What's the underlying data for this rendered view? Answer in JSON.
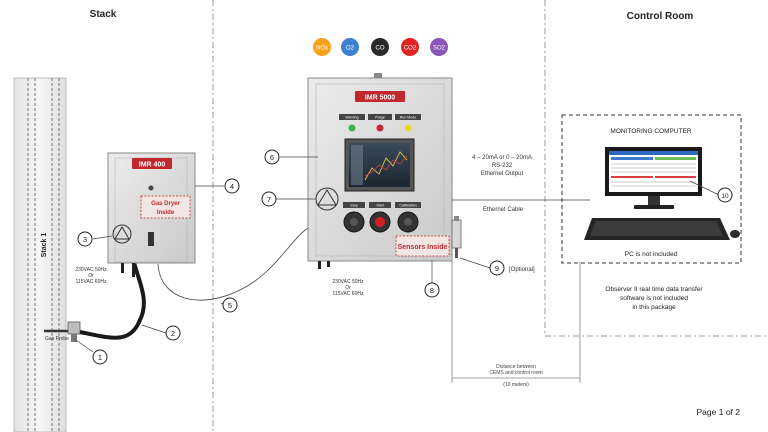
{
  "sections": {
    "stack": "Stack",
    "control_room": "Control Room"
  },
  "stack_label": "Stack 1",
  "imr400": {
    "title": "IMR 400",
    "dryer_line1": "Gas Dryer",
    "dryer_line2": "Inside",
    "power_line1": "230VAC 50Hz",
    "power_line2": "Or",
    "power_line3": "115VAC 60Hz"
  },
  "probe_label": "Gas Probe",
  "imr5000": {
    "title": "IMR 5000",
    "indicator_labels": [
      "Warning",
      "Purge",
      "Run Mode"
    ],
    "button_labels": [
      "Stop",
      "Start",
      "Calibration"
    ],
    "sensors_label": "Sensors Inside",
    "power_line1": "230VAC 50Hz",
    "power_line2": "Or",
    "power_line3": "115VAC 60Hz"
  },
  "gases": [
    {
      "label": "NOx",
      "color": "#f7a21b"
    },
    {
      "label": "O2",
      "color": "#3f7fd0"
    },
    {
      "label": "CO",
      "color": "#2a2a2a"
    },
    {
      "label": "CO2",
      "color": "#e02424"
    },
    {
      "label": "SO2",
      "color": "#8a55b8"
    }
  ],
  "output_text": {
    "line1": "4 – 20mA or 0 – 20mA",
    "line2": "RS-232",
    "line3": "Ethernet Output"
  },
  "ethernet_label": "Ethernet Cable",
  "optional_label": "[Optional]",
  "monitoring_title": "MONITORING COMPUTER",
  "pc_note": "PC is not included",
  "observer_note": {
    "line1": "Observer II real time data transfer",
    "line2": "software is not included",
    "line3": "in this package"
  },
  "distance_note": {
    "line1": "Distance between",
    "line2": "CEMS and control room",
    "line3": "(10 meters)"
  },
  "callouts": [
    "1",
    "2",
    "3",
    "4",
    "5",
    "6",
    "7",
    "8",
    "9",
    "10"
  ],
  "page_label": "Page 1 of 2",
  "colors": {
    "enclosure": "#d6d6d6",
    "enclosure_border": "#8a8a8a",
    "label_red": "#c0282d",
    "label_bg": "#f1e6e4",
    "dash_line": "#9a9a9a"
  }
}
